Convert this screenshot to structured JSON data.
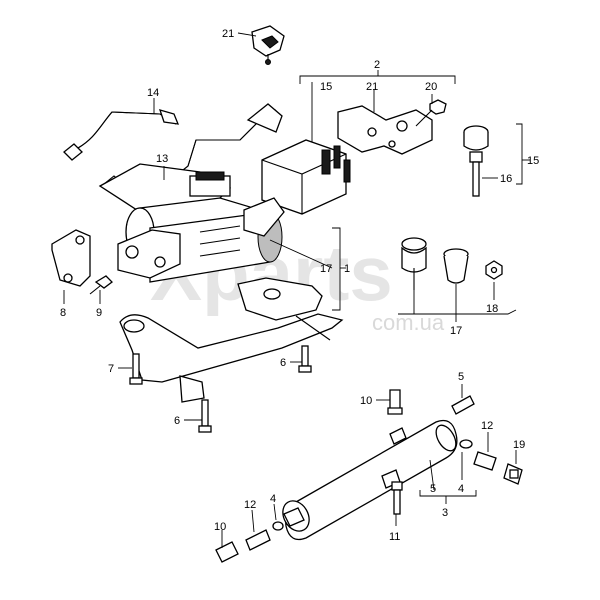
{
  "watermark": {
    "main": "Xparts",
    "sub": "com.ua"
  },
  "callouts": [
    {
      "id": "c21a",
      "text": "21"
    },
    {
      "id": "c2",
      "text": "2"
    },
    {
      "id": "c15a",
      "text": "15"
    },
    {
      "id": "c21b",
      "text": "21"
    },
    {
      "id": "c20",
      "text": "20"
    },
    {
      "id": "c14",
      "text": "14"
    },
    {
      "id": "c13",
      "text": "13"
    },
    {
      "id": "c15b",
      "text": "15"
    },
    {
      "id": "c16",
      "text": "16"
    },
    {
      "id": "c17a",
      "text": "17"
    },
    {
      "id": "c1",
      "text": "1"
    },
    {
      "id": "c8",
      "text": "8"
    },
    {
      "id": "c9",
      "text": "9"
    },
    {
      "id": "c18",
      "text": "18"
    },
    {
      "id": "c17b",
      "text": "17"
    },
    {
      "id": "c7",
      "text": "7"
    },
    {
      "id": "c6a",
      "text": "6"
    },
    {
      "id": "c6b",
      "text": "6"
    },
    {
      "id": "c10a",
      "text": "10"
    },
    {
      "id": "c5a",
      "text": "5"
    },
    {
      "id": "c12a",
      "text": "12"
    },
    {
      "id": "c19",
      "text": "19"
    },
    {
      "id": "c4a",
      "text": "4"
    },
    {
      "id": "c5b",
      "text": "5"
    },
    {
      "id": "c3",
      "text": "3"
    },
    {
      "id": "c11",
      "text": "11"
    },
    {
      "id": "c4b",
      "text": "4"
    },
    {
      "id": "c12b",
      "text": "12"
    },
    {
      "id": "c10b",
      "text": "10"
    }
  ]
}
